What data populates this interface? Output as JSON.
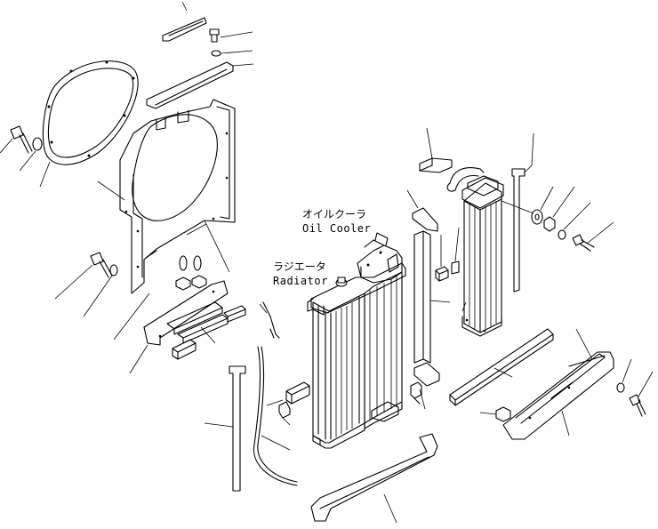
{
  "labels": {
    "oil_cooler_jp": "オイルクーラ",
    "oil_cooler_en": "Oil Cooler",
    "radiator_jp": "ラジエータ",
    "radiator_en": "Radiator"
  }
}
